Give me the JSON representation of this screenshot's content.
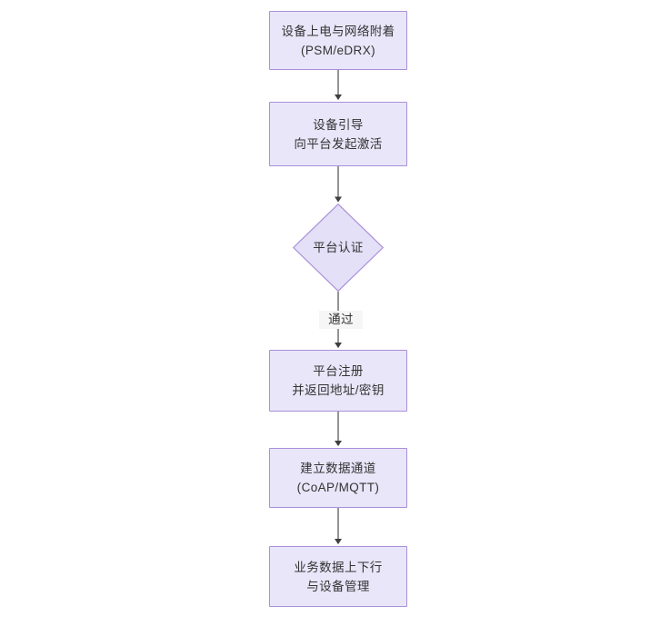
{
  "diagram": {
    "type": "flowchart",
    "orientation": "top-to-bottom",
    "background_color": "#ffffff",
    "node_fill_color": "#e9e6f9",
    "node_border_color": "#a98fd9",
    "connector_color": "#4d4d4d",
    "text_color": "#333333",
    "nodes": [
      {
        "id": "n1",
        "shape": "rectangle",
        "line1": "设备上电与网络附着",
        "line2": "(PSM/eDRX)"
      },
      {
        "id": "n2",
        "shape": "rectangle",
        "line1": "设备引导",
        "line2": "向平台发起激活"
      },
      {
        "id": "n3",
        "shape": "diamond",
        "line1": "平台认证",
        "line2": ""
      },
      {
        "id": "n4",
        "shape": "rectangle",
        "line1": "平台注册",
        "line2": "并返回地址/密钥"
      },
      {
        "id": "n5",
        "shape": "rectangle",
        "line1": "建立数据通道",
        "line2": "(CoAP/MQTT)"
      },
      {
        "id": "n6",
        "shape": "rectangle",
        "line1": "业务数据上下行",
        "line2": "与设备管理"
      }
    ],
    "edges": [
      {
        "from": "n1",
        "to": "n2",
        "label": ""
      },
      {
        "from": "n2",
        "to": "n3",
        "label": ""
      },
      {
        "from": "n3",
        "to": "n4",
        "label": "通过"
      },
      {
        "from": "n4",
        "to": "n5",
        "label": ""
      },
      {
        "from": "n5",
        "to": "n6",
        "label": ""
      }
    ]
  }
}
